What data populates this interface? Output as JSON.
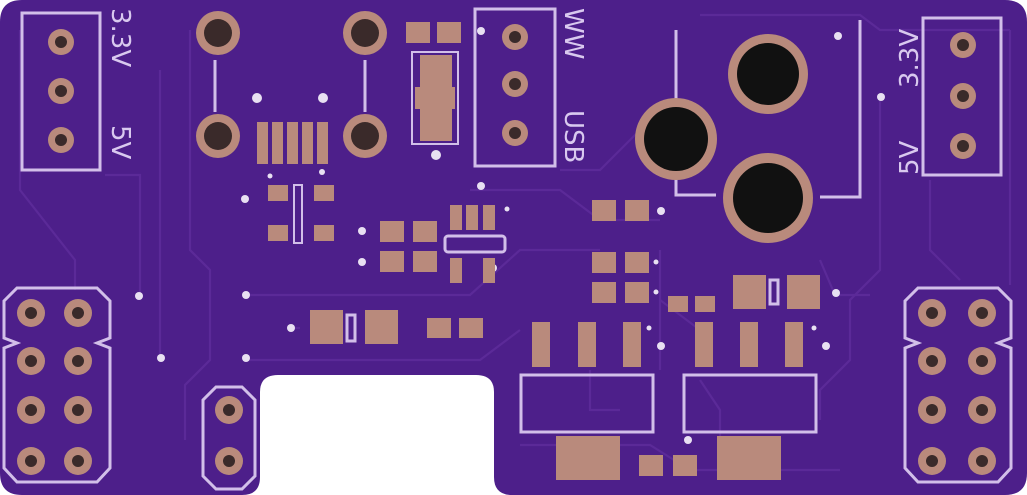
{
  "board": {
    "colors": {
      "substrate": "#4d1f8a",
      "copper": "#b98a7c",
      "silkscreen": "#d2bfe9",
      "trace": "#5b2a98",
      "drill": "#111111",
      "background": "#ffffff"
    },
    "labels": {
      "left_header_top": "3.3V",
      "left_header_bottom": "5V",
      "center_header_top": "WW",
      "center_header_bottom": "USB",
      "right_header_top": "3.3V",
      "right_header_bottom": "5V"
    }
  }
}
